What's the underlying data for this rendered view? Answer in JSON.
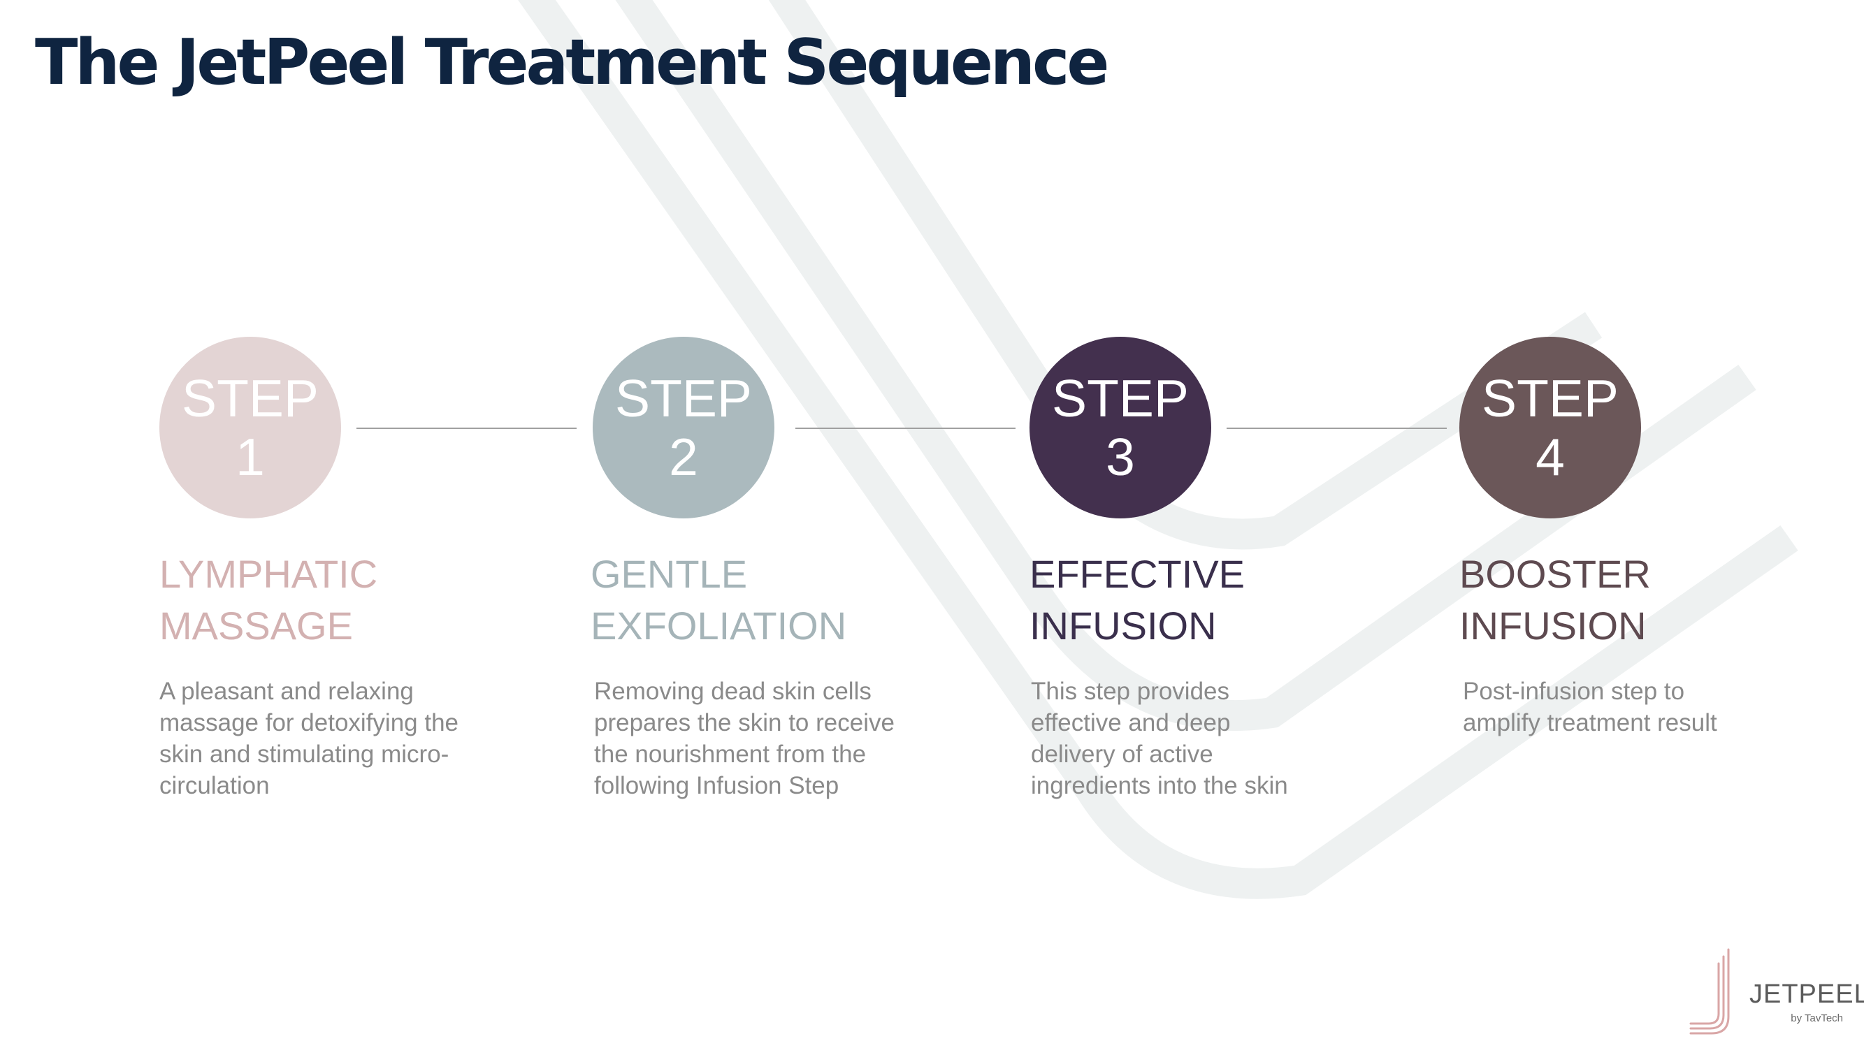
{
  "title": "The JetPeel Treatment Sequence",
  "colors": {
    "title": "#0f2440",
    "step1": "#e3d4d4",
    "step2": "#abbabe",
    "step3": "#43304e",
    "step4": "#6b5759",
    "heading1": "#d3b1b1",
    "heading2": "#a5b4b8",
    "heading3": "#3a2f4c",
    "heading4": "#5e4a50",
    "description": "#8a8a8a",
    "connector": "#a0a0a0",
    "background_swoosh": "#eef1f1",
    "logo_mark": "#d9a6a6"
  },
  "steps": [
    {
      "word": "STEP",
      "number": "1",
      "heading_line1": "LYMPHATIC",
      "heading_line2": "MASSAGE",
      "description": [
        "A pleasant and relaxing",
        "massage for detoxifying the",
        "skin and stimulating micro-",
        "circulation"
      ]
    },
    {
      "word": "STEP",
      "number": "2",
      "heading_line1": "GENTLE",
      "heading_line2": "EXFOLIATION",
      "description": [
        "Removing dead skin cells",
        "prepares the skin to receive",
        "the nourishment from the",
        "following Infusion Step"
      ]
    },
    {
      "word": "STEP",
      "number": "3",
      "heading_line1": "EFFECTIVE",
      "heading_line2": "INFUSION",
      "description": [
        "This step provides",
        "effective and deep",
        "delivery of active",
        "ingredients into the skin"
      ]
    },
    {
      "word": "STEP",
      "number": "4",
      "heading_line1": "BOOSTER",
      "heading_line2": "INFUSION",
      "description": [
        "Post-infusion step to",
        "amplify treatment result"
      ]
    }
  ],
  "logo": {
    "icon": "jetpeel-j-mark-icon",
    "wordmark": "JETPEEL",
    "tagline": "by TavTech"
  }
}
